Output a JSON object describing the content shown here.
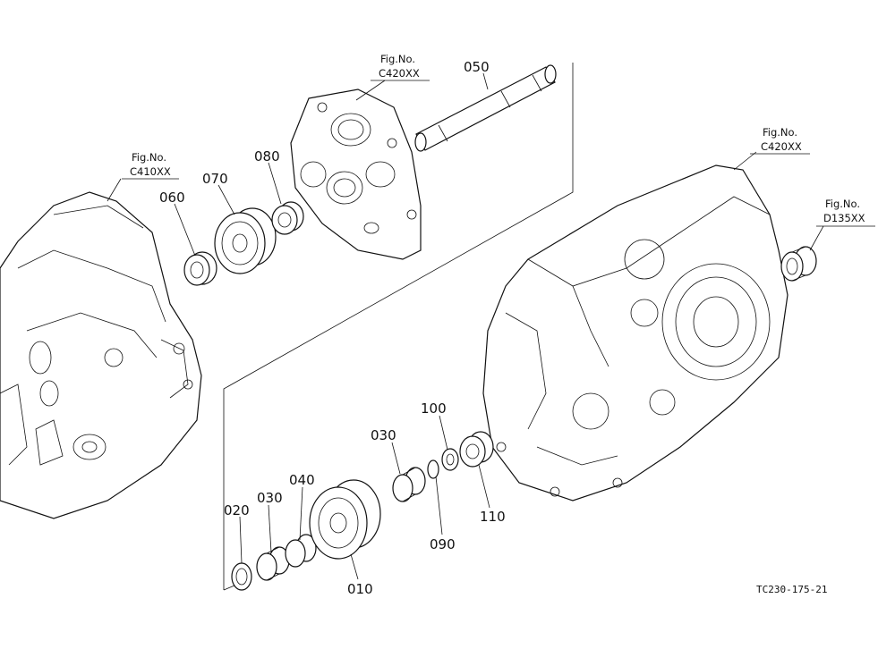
{
  "fig_refs": [
    {
      "id": "c410-left",
      "line1": "Fig.No.",
      "line2": "C410XX"
    },
    {
      "id": "c420-top",
      "line1": "Fig.No.",
      "line2": "C420XX"
    },
    {
      "id": "c420-right",
      "line1": "Fig.No.",
      "line2": "C420XX"
    },
    {
      "id": "d135-right",
      "line1": "Fig.No.",
      "line2": "D135XX"
    }
  ],
  "parts": {
    "p010": "010",
    "p020": "020",
    "p030a": "030",
    "p030b": "030",
    "p040": "040",
    "p050": "050",
    "p060": "060",
    "p070": "070",
    "p080": "080",
    "p090": "090",
    "p100": "100",
    "p110": "110"
  },
  "drawing_code": "TC230-175-21"
}
